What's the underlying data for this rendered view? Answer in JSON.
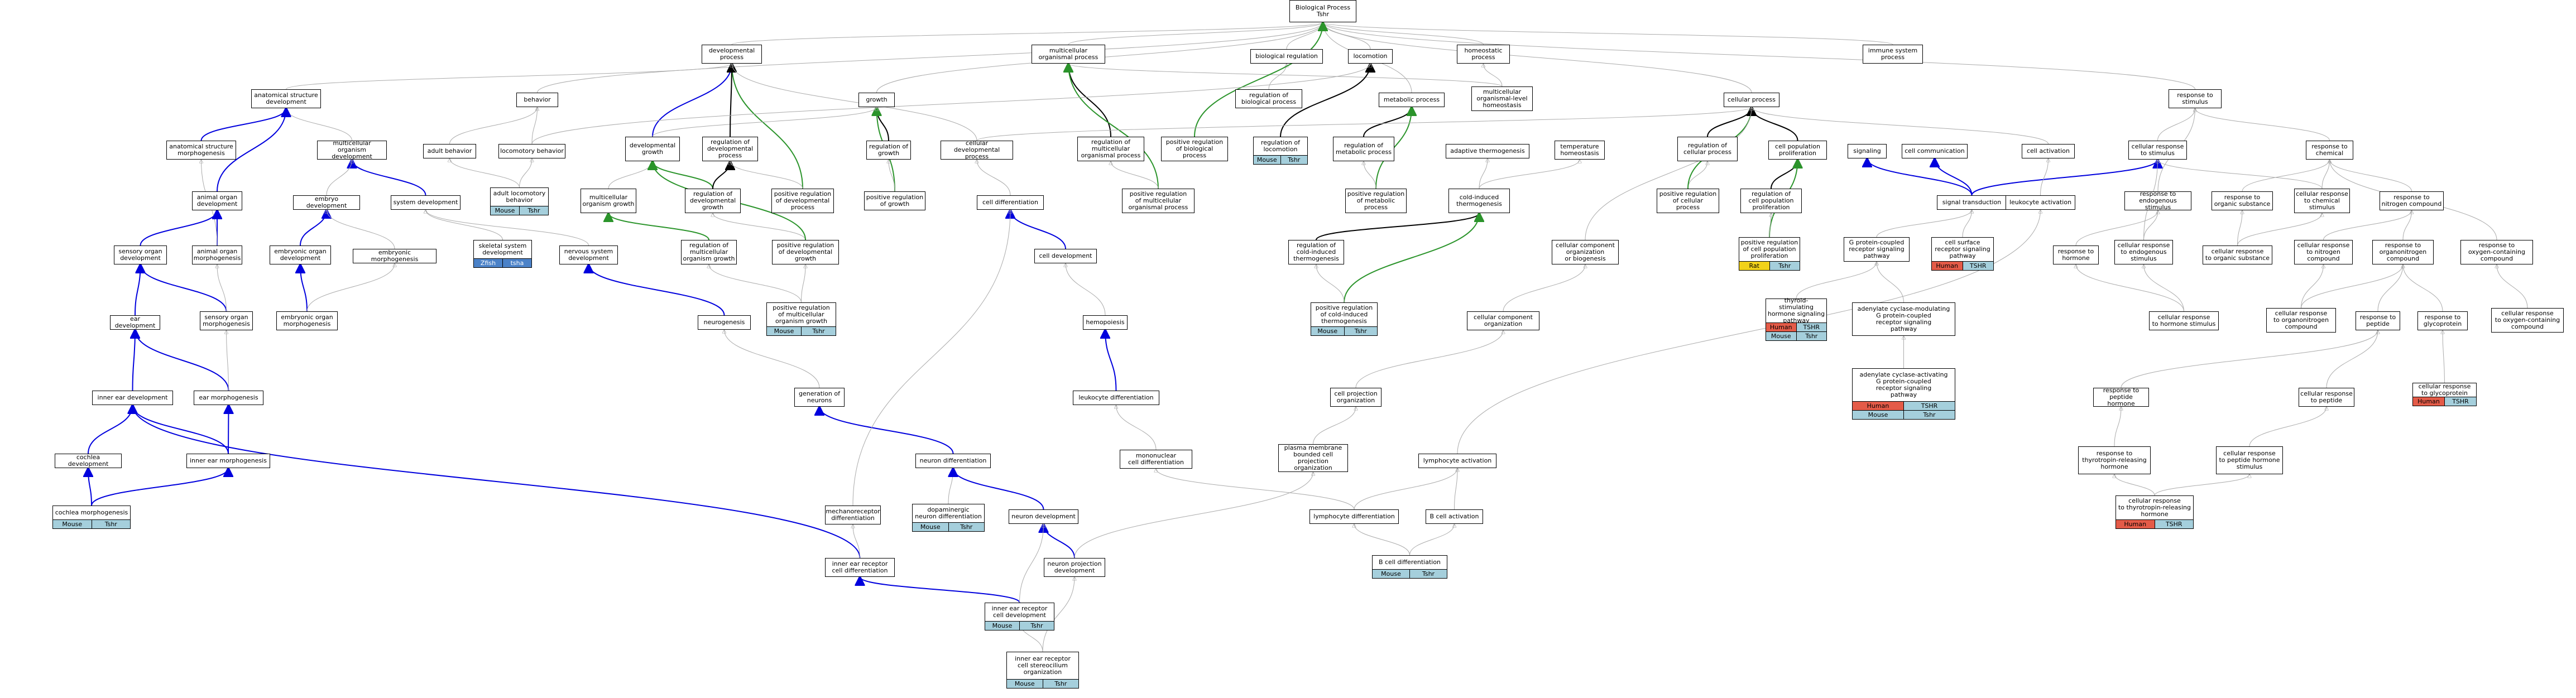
{
  "colors": {
    "mouse": "#a5cfdc",
    "tshr": "#a5cfdc",
    "zfish": "#4b82c8",
    "tsha": "#4b82c8",
    "rat": "#f2d21a",
    "human": "#e45b48",
    "edge_gray": "#aaaaaa",
    "edge_black": "#000000",
    "edge_blue": "#0000dd",
    "edge_green": "#2b942b"
  },
  "nodes": {
    "n_bp": "Biological Process\nTshr",
    "n_biol_reg": "biological regulation",
    "n_locomotion": "locomotion",
    "n_homeostatic": "homeostatic\nprocess",
    "n_immune": "immune system\nprocess",
    "n_dev_proc": "developmental\nprocess",
    "n_multi_org": "multicellular\norganismal process",
    "n_anat_dev": "anatomical structure\ndevelopment",
    "n_behavior": "behavior",
    "n_growth": "growth",
    "n_reg_bio": "regulation of\nbiological process",
    "n_metabolic": "metabolic process",
    "n_multi_homeo": "multicellular\norganismal-level\nhomeostasis",
    "n_cellular_proc": "cellular process",
    "n_resp_stim": "response to\nstimulus",
    "n_anat_morph": "anatomical structure\nmorphogenesis",
    "n_multi_dev": "multicellular\norganism development",
    "n_adult_beh": "adult behavior",
    "n_loco_beh": "locomotory behavior",
    "n_dev_growth": "developmental\ngrowth",
    "n_reg_dev_proc": "regulation of\ndevelopmental\nprocess",
    "n_reg_growth": "regulation of\ngrowth",
    "n_cell_dev_proc": "cellular developmental\nprocess",
    "n_reg_multi": "regulation of\nmulticellular\norganismal process",
    "n_pos_reg_bio": "positive regulation\nof biological\nprocess",
    "n_reg_loco": "regulation of\nlocomotion",
    "n_reg_metab": "regulation of\nmetabolic process",
    "n_adapt_thermo": "adaptive thermogenesis",
    "n_temp_homeo": "temperature\nhomeostasis",
    "n_reg_cell_proc": "regulation of\ncellular process",
    "n_cell_pop_prolif": "cell population\nproliferation",
    "n_signaling": "signaling",
    "n_cell_comm": "cell communication",
    "n_cell_act": "cell activation",
    "n_cell_resp_stim": "cellular response\nto stimulus",
    "n_resp_chem": "response to\nchemical",
    "n_animal_organ_dev": "animal organ\ndevelopment",
    "n_embryo_dev": "embryo development",
    "n_system_dev": "system development",
    "n_adult_loco": "adult locomotory\nbehavior",
    "n_multi_org_growth": "multicellular\norganism growth",
    "n_reg_dev_growth": "regulation of\ndevelopmental\ngrowth",
    "n_pos_reg_dev_proc": "positive regulation\nof developmental\nprocess",
    "n_pos_reg_growth": "positive regulation\nof growth",
    "n_cell_diff": "cell differentiation",
    "n_pos_reg_multi": "positive regulation\nof multicellular\norganismal process",
    "n_pos_reg_metab": "positive regulation\nof metabolic\nprocess",
    "n_cold_thermo": "cold-induced\nthermogenesis",
    "n_pos_reg_cell_proc": "positive regulation\nof cellular\nprocess",
    "n_reg_cell_pop": "regulation of\ncell population\nproliferation",
    "n_signal_trans": "signal transduction",
    "n_leuko_act": "leukocyte activation",
    "n_resp_endo": "response to\nendogenous stimulus",
    "n_resp_organic": "response to\norganic substance",
    "n_cell_resp_chem": "cellular response\nto chemical\nstimulus",
    "n_resp_nitrogen": "response to\nnitrogen compound",
    "n_animal_organ_morph": "animal organ\nmorphogenesis",
    "n_embryonic_organ_dev": "embryonic organ\ndevelopment",
    "n_embryonic_morph": "embryonic morphogenesis",
    "n_skeletal": "skeletal system\ndevelopment",
    "n_nervous": "nervous system\ndevelopment",
    "n_reg_multi_growth": "regulation of\nmulticellular\norganism growth",
    "n_pos_reg_dev_growth": "positive regulation\nof developmental\ngrowth",
    "n_cell_devel": "cell development",
    "n_reg_cold": "regulation of\ncold-induced\nthermogenesis",
    "n_cc_org": "cellular component\norganization\nor biogenesis",
    "n_pos_reg_cell_pop": "positive regulation\nof cell population\nproliferation",
    "n_gpcr": "G protein-coupled\nreceptor signaling\npathway",
    "n_cell_surface": "cell surface\nreceptor signaling\npathway",
    "n_resp_hormone": "response to\nhormone",
    "n_cell_resp_endo": "cellular response\nto endogenous\nstimulus",
    "n_cell_resp_organic": "cellular response\nto organic substance",
    "n_cell_resp_nitro": "cellular response\nto nitrogen\ncompound",
    "n_resp_organo": "response to\norganonitrogen\ncompound",
    "n_resp_oxy": "response to\noxygen-containing\ncompound",
    "n_sensory_organ_dev": "sensory organ\ndevelopment",
    "n_sensory_organ_morph": "sensory organ\nmorphogenesis",
    "n_embryonic_organ_morph": "embryonic organ\nmorphogenesis",
    "n_neurogenesis": "neurogenesis",
    "n_pos_reg_multi_growth": "positive regulation\nof multicellular\norganism growth",
    "n_hemopoiesis": "hemopoiesis",
    "n_pos_reg_cold": "positive regulation\nof cold-induced\nthermogenesis",
    "n_cc_org2": "cellular component\norganization",
    "n_tsh_path": "thyroid-stimulating\nhormone signaling\npathway",
    "n_adenylate": "adenylate cyclase-modulating\nG protein-coupled\nreceptor signaling\npathway",
    "n_cell_resp_hormone": "cellular response\nto hormone stimulus",
    "n_cell_resp_organo": "cellular response\nto organonitrogen\ncompound",
    "n_resp_peptide": "response to\npeptide",
    "n_resp_glyco": "response to\nglycoprotein",
    "n_cell_resp_oxy": "cellular response\nto oxygen-containing\ncompound",
    "n_ear_dev": "ear development",
    "n_gen_neurons": "generation of\nneurons",
    "n_leuko_diff": "leukocyte differentiation",
    "n_cell_proj_org": "cell projection\norganization",
    "n_adenylate_act": "adenylate cyclase-activating\nG protein-coupled\nreceptor signaling\npathway",
    "n_resp_pep_hormone": "response to\npeptide hormone",
    "n_cell_resp_peptide": "cellular response\nto peptide",
    "n_cell_resp_glyco": "cellular response\nto glycoprotein",
    "n_inner_ear_dev": "inner ear development",
    "n_ear_morph": "ear morphogenesis",
    "n_mononuclear": "mononuclear\ncell differentiation",
    "n_plasma_mem": "plasma membrane\nbounded cell\nprojection organization",
    "n_neuron_diff": "neuron differentiation",
    "n_lympho_act": "lymphocyte activation",
    "n_resp_trh": "response to\nthyrotropin-releasing\nhormone",
    "n_cell_resp_pep_hormone": "cellular response\nto peptide hormone\nstimulus",
    "n_cochlea_dev": "cochlea development",
    "n_inner_ear_morph": "inner ear morphogenesis",
    "n_mechano": "mechanoreceptor\ndifferentiation",
    "n_dopa": "dopaminergic\nneuron differentiation",
    "n_neuron_dev": "neuron development",
    "n_lympho_diff": "lymphocyte differentiation",
    "n_bcell_act": "B cell activation",
    "n_cell_resp_trh": "cellular response\nto thyrotropin-releasing\nhormone",
    "n_cochlea_morph": "cochlea morphogenesis",
    "n_inner_ear_rec_diff": "inner ear receptor\ncell differentiation",
    "n_neuron_proj_dev": "neuron projection\ndevelopment",
    "n_bcell_diff": "B cell differentiation",
    "n_inner_ear_rec_dev": "inner ear receptor\ncell development",
    "n_inner_ear_stereo": "inner ear receptor\ncell stereocilium\norganization"
  },
  "species_tags": {
    "n_reg_loco": [
      "Mouse",
      "Tshr"
    ],
    "n_adult_loco": [
      "Mouse",
      "Tshr"
    ],
    "n_skeletal": [
      "Zfish",
      "tsha"
    ],
    "n_pos_reg_multi_growth": [
      "Mouse",
      "Tshr"
    ],
    "n_pos_reg_cold": [
      "Mouse",
      "Tshr"
    ],
    "n_pos_reg_cell_pop": [
      "Rat",
      "Tshr"
    ],
    "n_cell_surface": [
      "Human",
      "TSHR"
    ],
    "n_tsh_path": [
      "Human",
      "TSHR",
      "Mouse",
      "Tshr"
    ],
    "n_adenylate_act": [
      "Human",
      "TSHR",
      "Mouse",
      "Tshr"
    ],
    "n_cell_resp_glyco": [
      "Human",
      "TSHR"
    ],
    "n_cell_resp_trh": [
      "Human",
      "TSHR"
    ],
    "n_cochlea_morph": [
      "Mouse",
      "Tshr"
    ],
    "n_dopa": [
      "Mouse",
      "Tshr"
    ],
    "n_bcell_diff": [
      "Mouse",
      "Tshr"
    ],
    "n_inner_ear_rec_dev": [
      "Mouse",
      "Tshr"
    ],
    "n_inner_ear_stereo": [
      "Mouse",
      "Tshr"
    ]
  }
}
